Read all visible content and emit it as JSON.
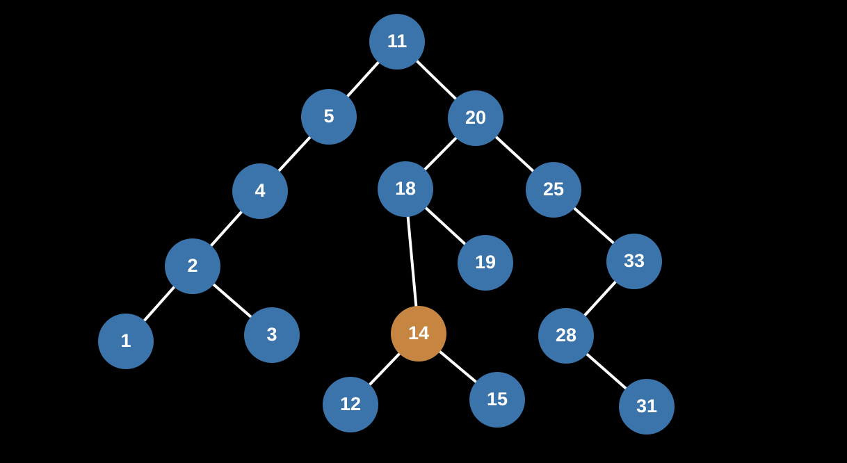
{
  "title": "Binary search tree",
  "colors": {
    "background": "#000000",
    "node": "#3b74ab",
    "highlight": "#c68642",
    "edge": "#ffffff",
    "text": "#ffffff"
  },
  "nodes": [
    {
      "id": "11",
      "label": "11",
      "highlighted": false
    },
    {
      "id": "5",
      "label": "5",
      "highlighted": false
    },
    {
      "id": "20",
      "label": "20",
      "highlighted": false
    },
    {
      "id": "4",
      "label": "4",
      "highlighted": false
    },
    {
      "id": "18",
      "label": "18",
      "highlighted": false
    },
    {
      "id": "25",
      "label": "25",
      "highlighted": false
    },
    {
      "id": "2",
      "label": "2",
      "highlighted": false
    },
    {
      "id": "19",
      "label": "19",
      "highlighted": false
    },
    {
      "id": "33",
      "label": "33",
      "highlighted": false
    },
    {
      "id": "1",
      "label": "1",
      "highlighted": false
    },
    {
      "id": "3",
      "label": "3",
      "highlighted": false
    },
    {
      "id": "14",
      "label": "14",
      "highlighted": true
    },
    {
      "id": "28",
      "label": "28",
      "highlighted": false
    },
    {
      "id": "12",
      "label": "12",
      "highlighted": false
    },
    {
      "id": "15",
      "label": "15",
      "highlighted": false
    },
    {
      "id": "31",
      "label": "31",
      "highlighted": false
    }
  ],
  "edges": [
    [
      "11",
      "5"
    ],
    [
      "11",
      "20"
    ],
    [
      "5",
      "4"
    ],
    [
      "4",
      "2"
    ],
    [
      "2",
      "1"
    ],
    [
      "2",
      "3"
    ],
    [
      "20",
      "18"
    ],
    [
      "20",
      "25"
    ],
    [
      "18",
      "14"
    ],
    [
      "18",
      "19"
    ],
    [
      "14",
      "12"
    ],
    [
      "14",
      "15"
    ],
    [
      "25",
      "33"
    ],
    [
      "33",
      "28"
    ],
    [
      "28",
      "31"
    ]
  ]
}
